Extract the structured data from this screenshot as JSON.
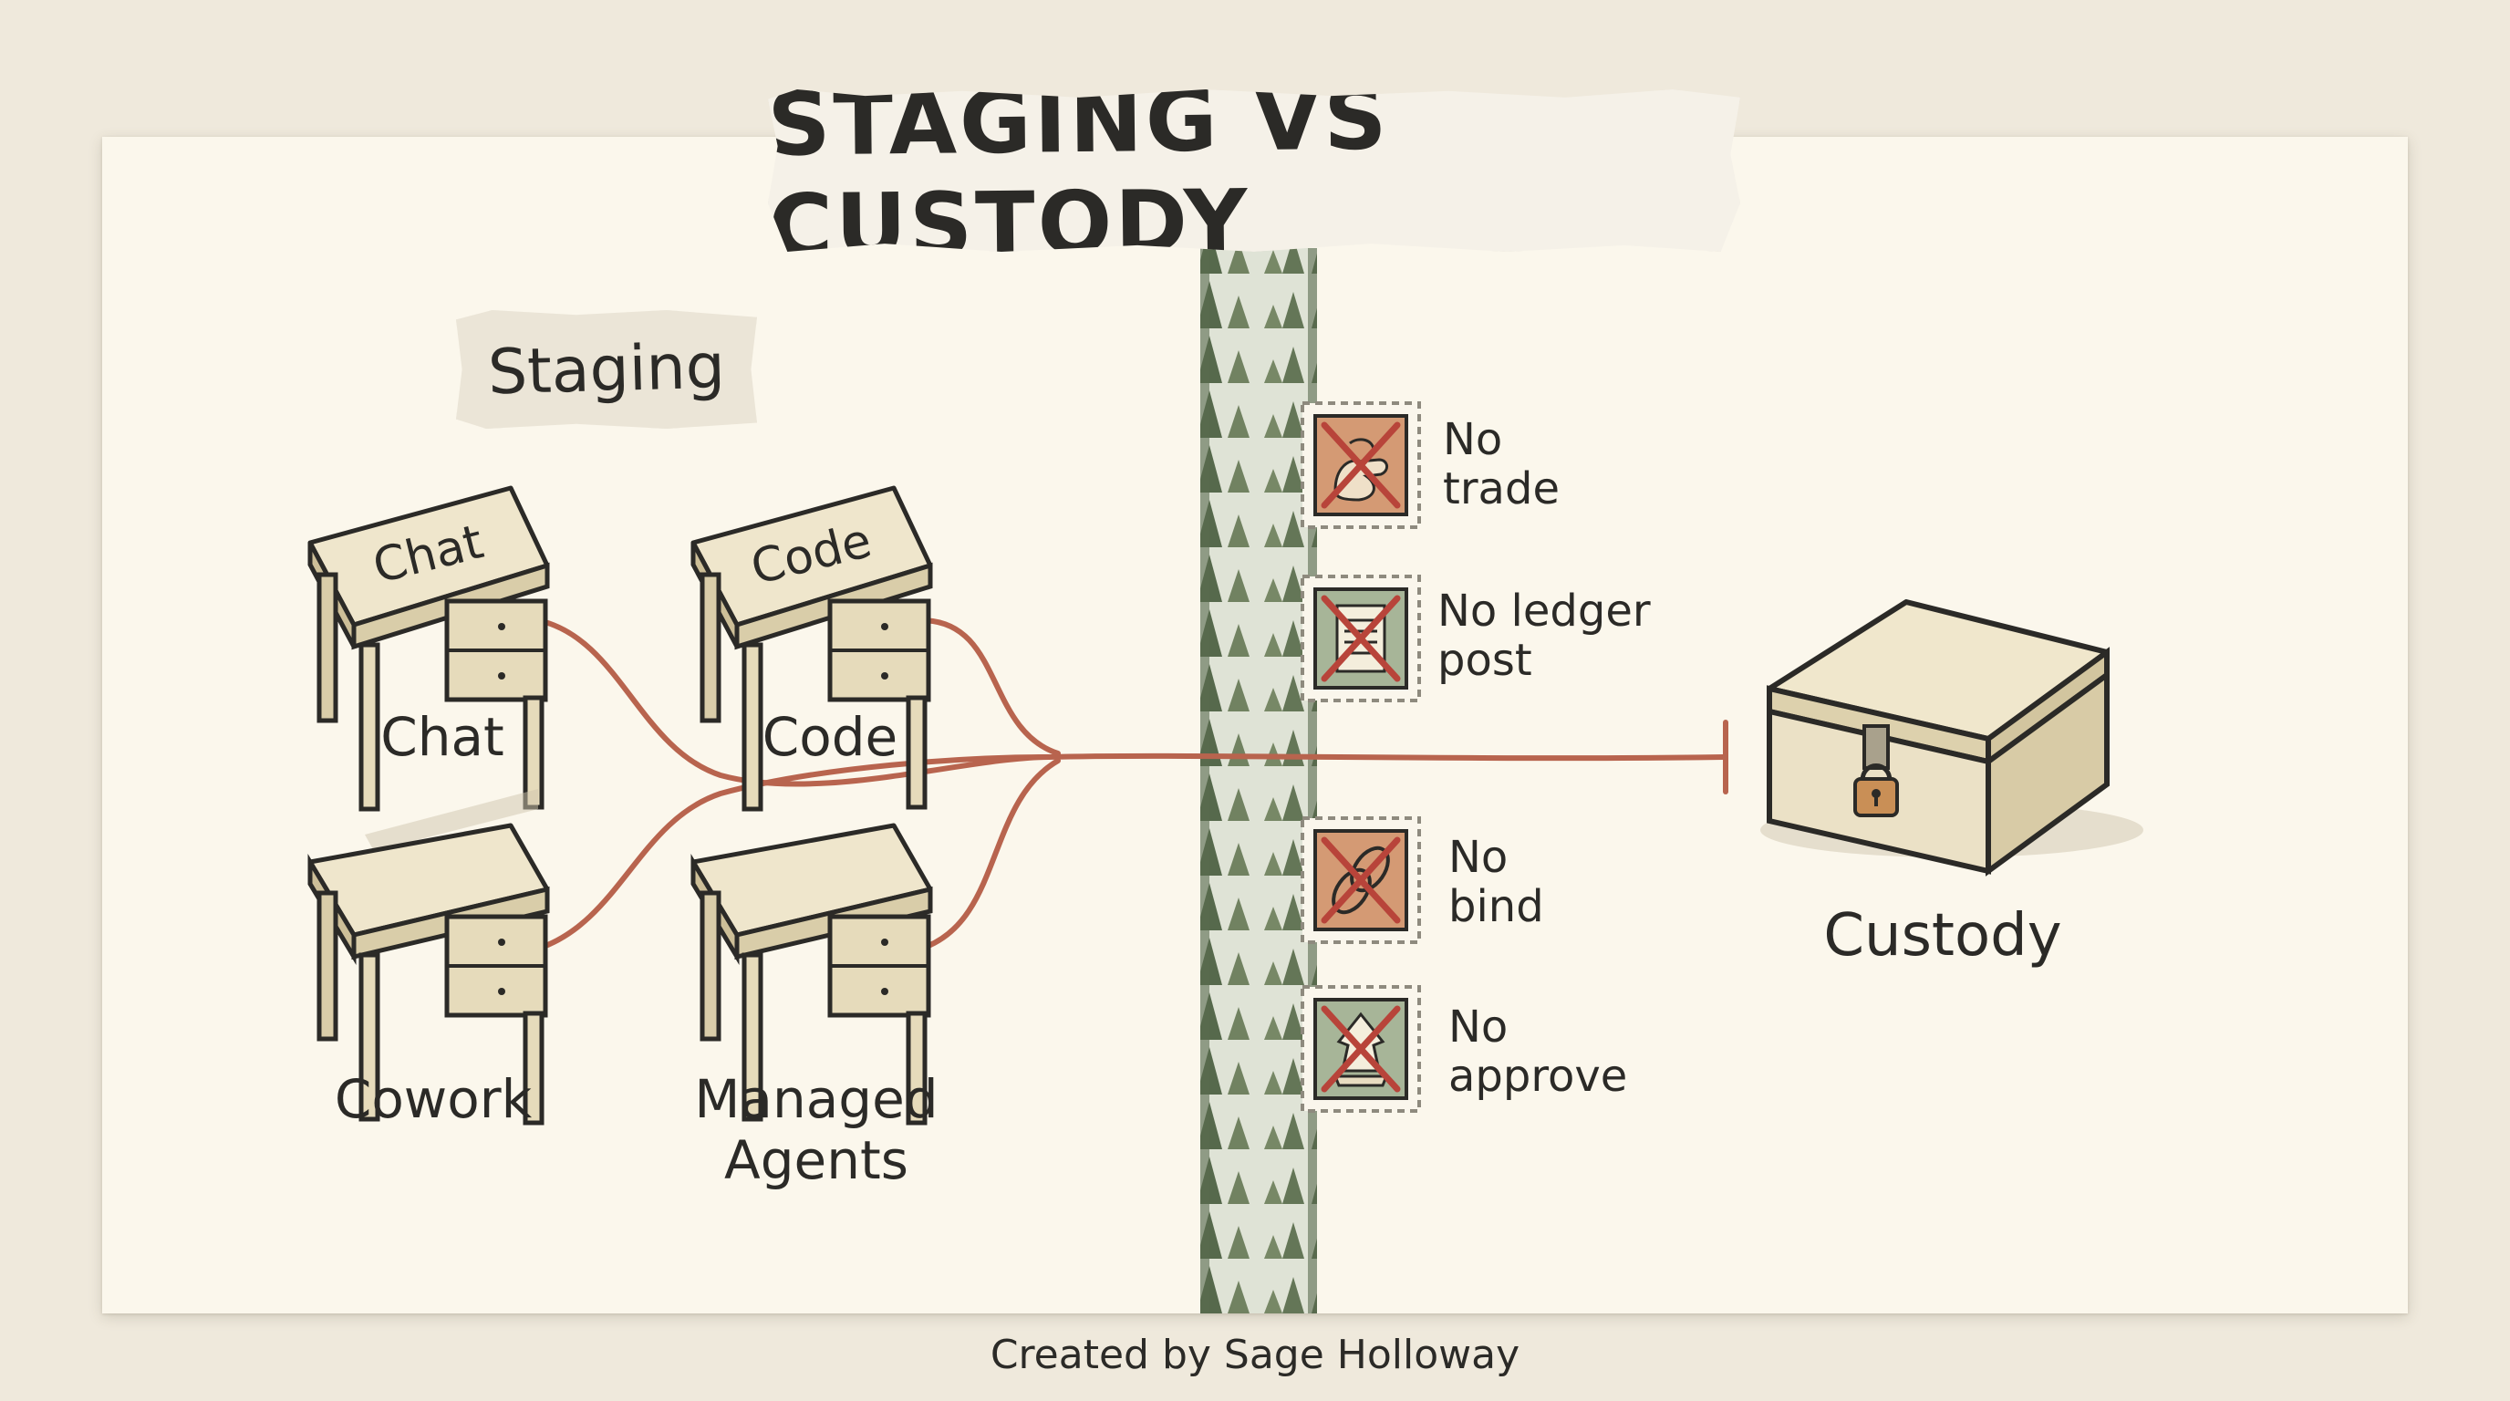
{
  "title": "STAGING VS CUSTODY",
  "staging_label": "Staging",
  "desks": [
    {
      "top_label": "Chat",
      "caption": "Chat"
    },
    {
      "top_label": "Code",
      "caption": "Code"
    },
    {
      "top_label": "",
      "caption": "Cowork"
    },
    {
      "top_label": "",
      "caption_line1": "Managed",
      "caption_line2": "Agents"
    }
  ],
  "prohibitions": [
    {
      "line1": "No",
      "line2": "trade",
      "icon": "hand-icon"
    },
    {
      "line1": "No ledger",
      "line2": "post",
      "icon": "ledger-icon"
    },
    {
      "line1": "No",
      "line2": "bind",
      "icon": "chain-link-icon"
    },
    {
      "line1": "No",
      "line2": "approve",
      "icon": "stamp-icon"
    }
  ],
  "custody_label": "Custody",
  "footer": "Created by Sage Holloway",
  "colors": {
    "paper": "#fbf7ec",
    "background": "#efe9dc",
    "path": "#b8644e",
    "forest": "#6e7d5e",
    "desk": "#efe6cc",
    "chest": "#ebe1c6",
    "lock": "#c98f56"
  }
}
